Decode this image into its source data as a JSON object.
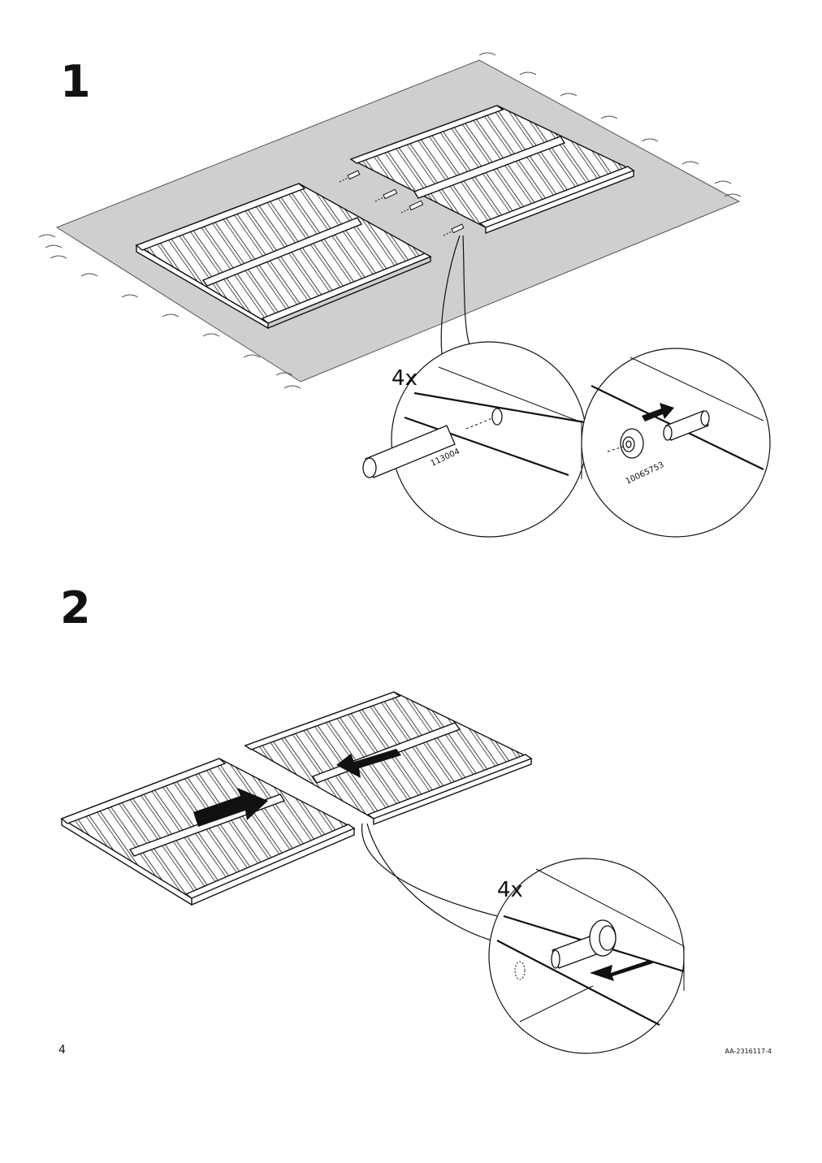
{
  "steps": [
    {
      "number": "1",
      "quantity": "4x",
      "parts": [
        "113004",
        "10065753"
      ]
    },
    {
      "number": "2",
      "quantity": "4x"
    }
  ],
  "footer": {
    "page_number": "4",
    "doc_id": "AA-2316117-4"
  }
}
